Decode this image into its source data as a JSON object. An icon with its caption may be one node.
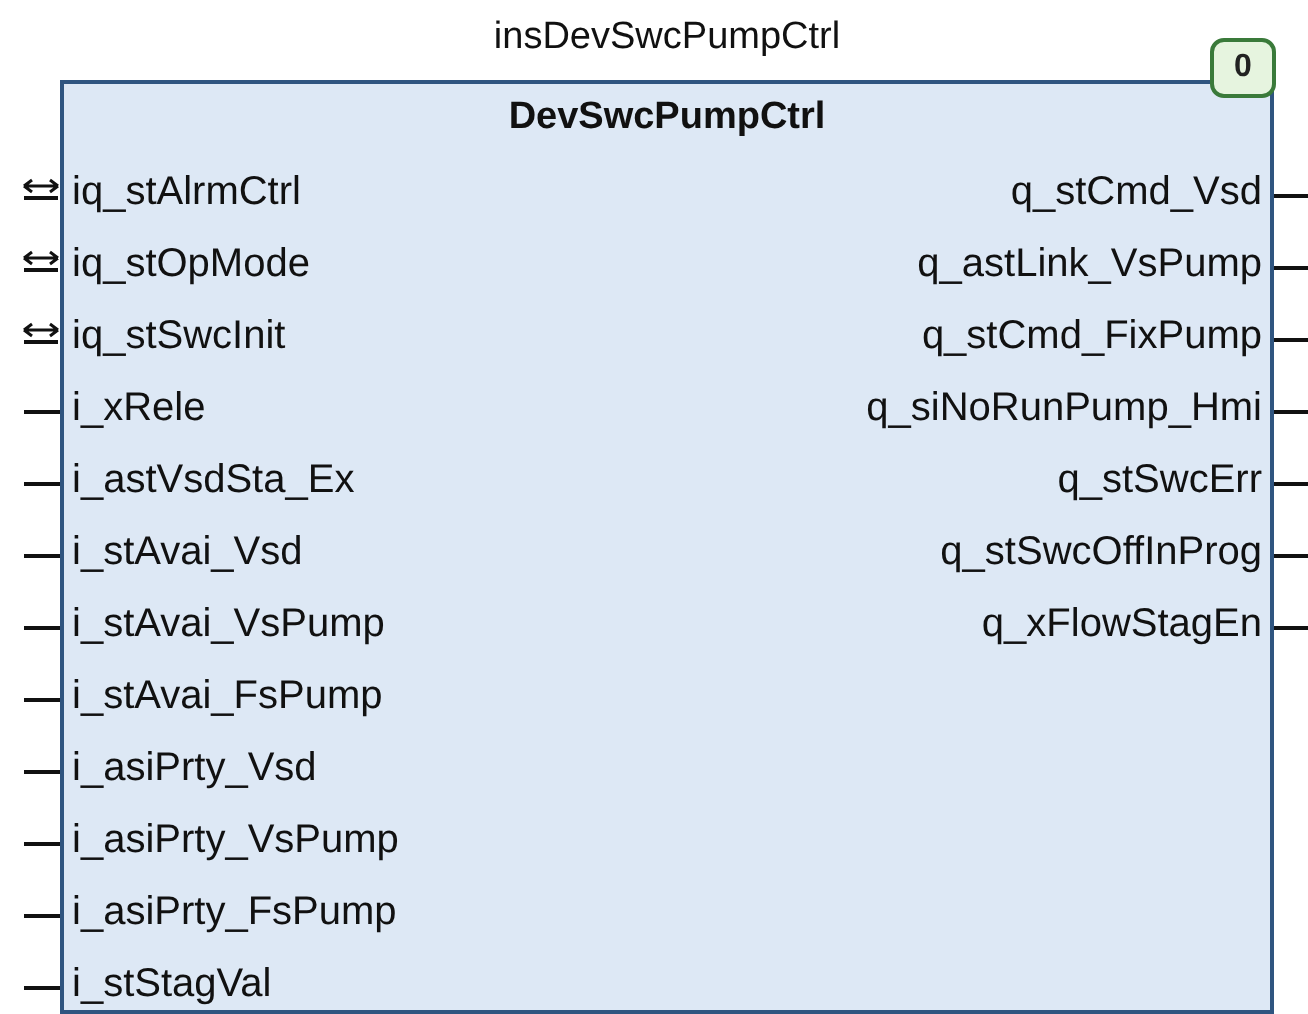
{
  "diagram": {
    "nodes": [
      {
        "text": [
          "insDevSwcPumpCtrl",
          "DevSwcPumpCtrl"
        ]
      },
      {
        "text": [
          "0"
        ]
      }
    ],
    "edges": [],
    "labels": [
      "iq_stAlrmCtrl",
      "q_stCmd_Vsd",
      "iq_stOpMode",
      "q_astLink_VsPump",
      "iq_stSwcInit",
      "q_stCmd_FixPump",
      "i_xRele",
      "q_siNoRunPump_Hmi",
      "i_astVsdSta_Ex",
      "q_stSwcErr",
      "i_stAvai_Vsd",
      "q_stSwcOffInProg",
      "i_stAvai_VsPump",
      "q_xFlowStagEn",
      "i_stAvai_FsPump",
      "i_asiPrty_Vsd",
      "i_asiPrty_VsPump",
      "i_asiPrty_FsPump",
      "i_stStagVal"
    ]
  }
}
